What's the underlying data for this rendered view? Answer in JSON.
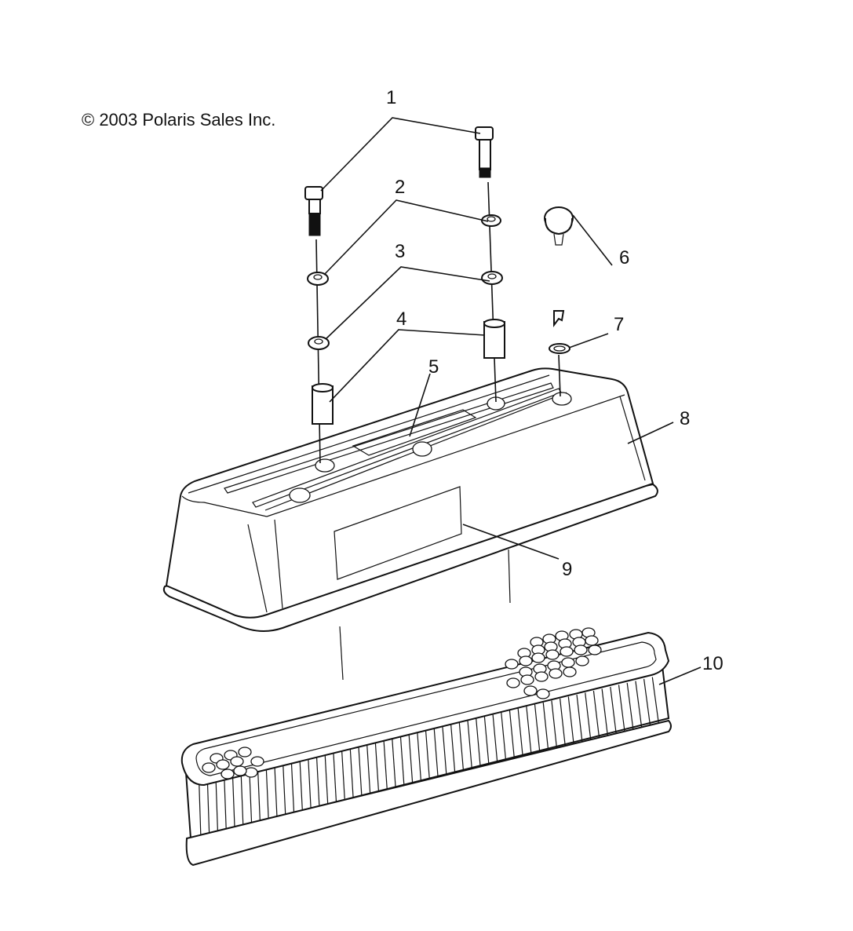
{
  "copyright": "© 2003 Polaris Sales Inc.",
  "callouts": [
    "1",
    "2",
    "3",
    "4",
    "5",
    "6",
    "7",
    "8",
    "9",
    "10"
  ]
}
